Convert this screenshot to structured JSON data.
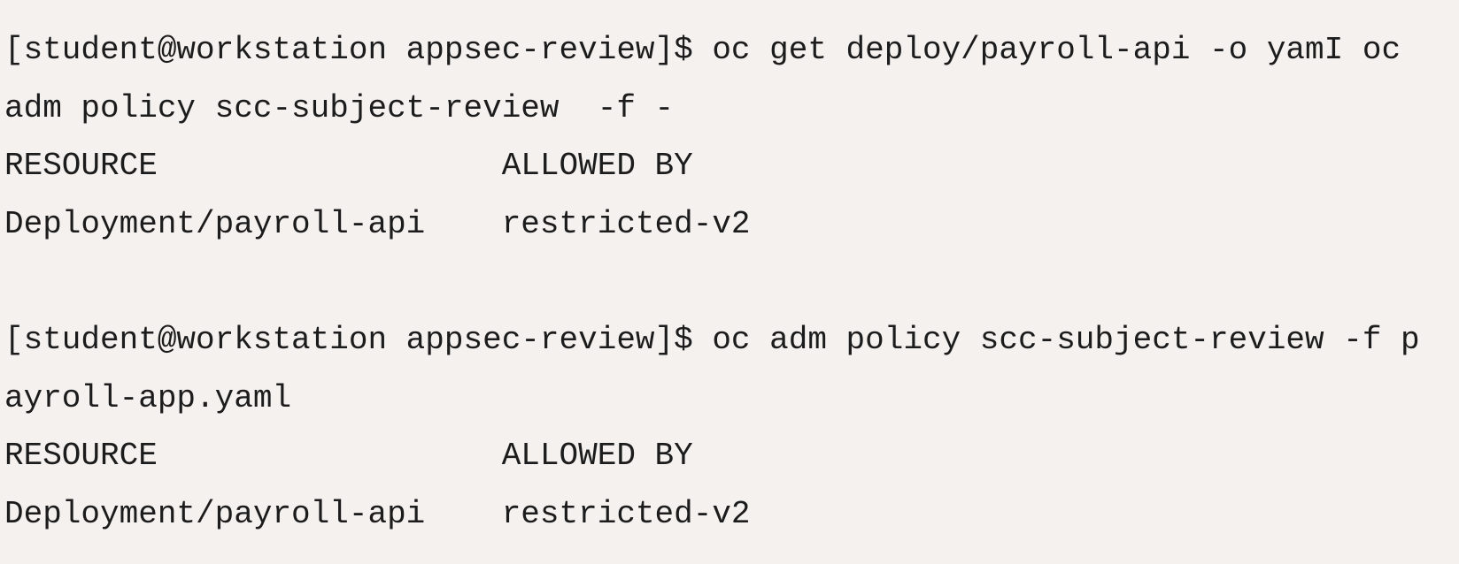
{
  "terminal": {
    "lines": [
      "[student@workstation appsec-review]$ oc get deploy/payroll-api -o yamI oc",
      "adm policy scc-subject-review  -f -",
      "RESOURCE                  ALLOWED BY",
      "Deployment/payroll-api    restricted-v2",
      "",
      "[student@workstation appsec-review]$ oc adm policy scc-subject-review -f p",
      "ayroll-app.yaml",
      "RESOURCE                  ALLOWED BY",
      "Deployment/payroll-api    restricted-v2"
    ]
  }
}
